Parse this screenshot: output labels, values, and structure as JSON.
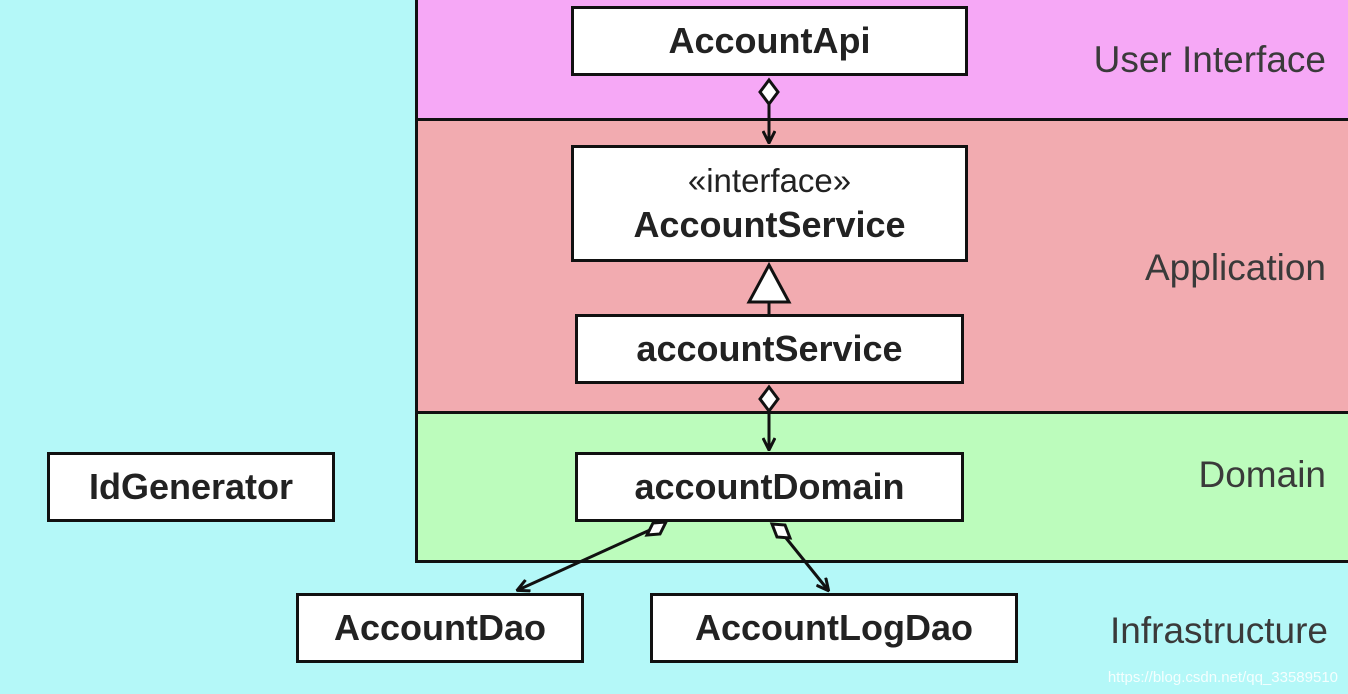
{
  "layers": {
    "user_interface": "User Interface",
    "application": "Application",
    "domain": "Domain",
    "infrastructure": "Infrastructure"
  },
  "boxes": {
    "account_api": {
      "name": "AccountApi"
    },
    "account_service_interface": {
      "stereotype": "«interface»",
      "name": "AccountService"
    },
    "account_service_impl": {
      "name": "accountService"
    },
    "account_domain": {
      "name": "accountDomain"
    },
    "id_generator": {
      "name": "IdGenerator"
    },
    "account_dao": {
      "name": "AccountDao"
    },
    "account_log_dao": {
      "name": "AccountLogDao"
    }
  },
  "connectors": [
    {
      "from": "AccountApi",
      "to": "AccountService",
      "type": "aggregation"
    },
    {
      "from": "accountService",
      "to": "AccountService",
      "type": "realization"
    },
    {
      "from": "accountService",
      "to": "accountDomain",
      "type": "aggregation"
    },
    {
      "from": "accountDomain",
      "to": "AccountDao",
      "type": "aggregation"
    },
    {
      "from": "accountDomain",
      "to": "AccountLogDao",
      "type": "aggregation"
    }
  ],
  "colors": {
    "background_infrastructure": "#b4f8f8",
    "user_interface": "#f6a8f6",
    "application": "#f2abb0",
    "domain": "#bcfcbc"
  },
  "watermark": "https://blog.csdn.net/qq_33589510"
}
